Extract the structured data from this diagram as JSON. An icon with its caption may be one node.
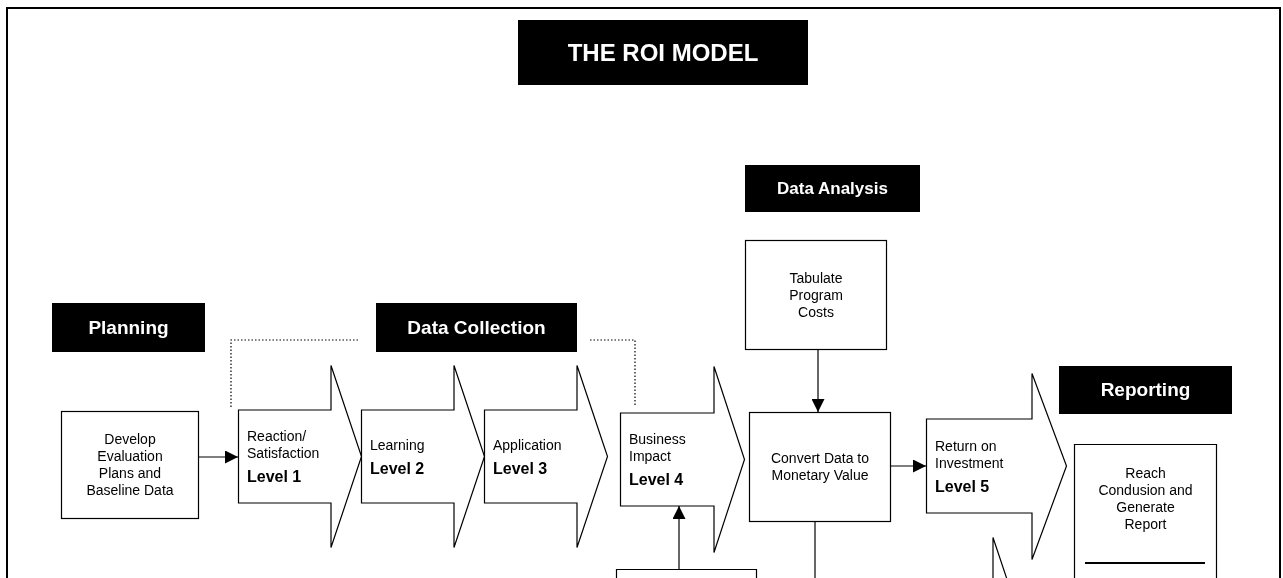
{
  "diagram": {
    "title": "THE ROI MODEL",
    "nodes": [
      {
        "text": [
          "Develop Evaluation Plans and Baseline Data"
        ]
      },
      {
        "text": [
          "Reaction/ Satisfaction",
          "Level 1"
        ]
      },
      {
        "text": [
          "Learning",
          "Level 2"
        ]
      },
      {
        "text": [
          "Application",
          "Level 3"
        ]
      },
      {
        "text": [
          "Business Impact",
          "Level 4"
        ]
      },
      {
        "text": [
          "Tabulate Program Costs"
        ]
      },
      {
        "text": [
          "Convert Data to Monetary Value"
        ]
      },
      {
        "text": [
          "Return on Investment",
          "Level 5"
        ]
      },
      {
        "text": [
          "Reach Condusion and Generate Report"
        ]
      },
      {
        "text": [],
        "shape": "box"
      },
      {
        "text": [],
        "shape": "arrow"
      }
    ],
    "edges": [
      {
        "from": 0,
        "to": 1,
        "arrow": "to"
      },
      {
        "from": 5,
        "to": 6,
        "arrow": "to"
      },
      {
        "from": 6,
        "to": 7,
        "arrow": "to"
      },
      {
        "from": 9,
        "to": 4,
        "arrow": "to"
      },
      {
        "from": 6,
        "to": null,
        "arrow": "none"
      }
    ],
    "labels": [
      "Data Analysis",
      "Planning",
      "Data Collection",
      "Reporting"
    ]
  }
}
